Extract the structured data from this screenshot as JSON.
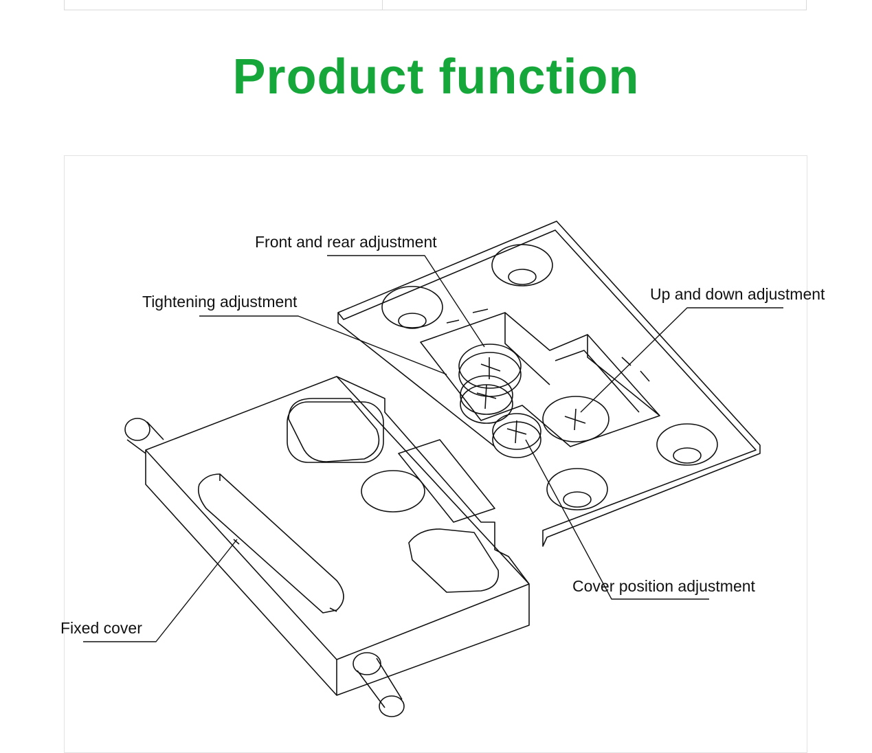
{
  "page": {
    "title": "Product function"
  },
  "labels": {
    "front_rear": "Front and rear adjustment",
    "tightening": "Tightening adjustment",
    "up_down": "Up and down adjustment",
    "cover_position": "Cover position adjustment",
    "fixed_cover": "Fixed cover"
  },
  "colors": {
    "title": "#16a73a",
    "line": "#111111"
  }
}
